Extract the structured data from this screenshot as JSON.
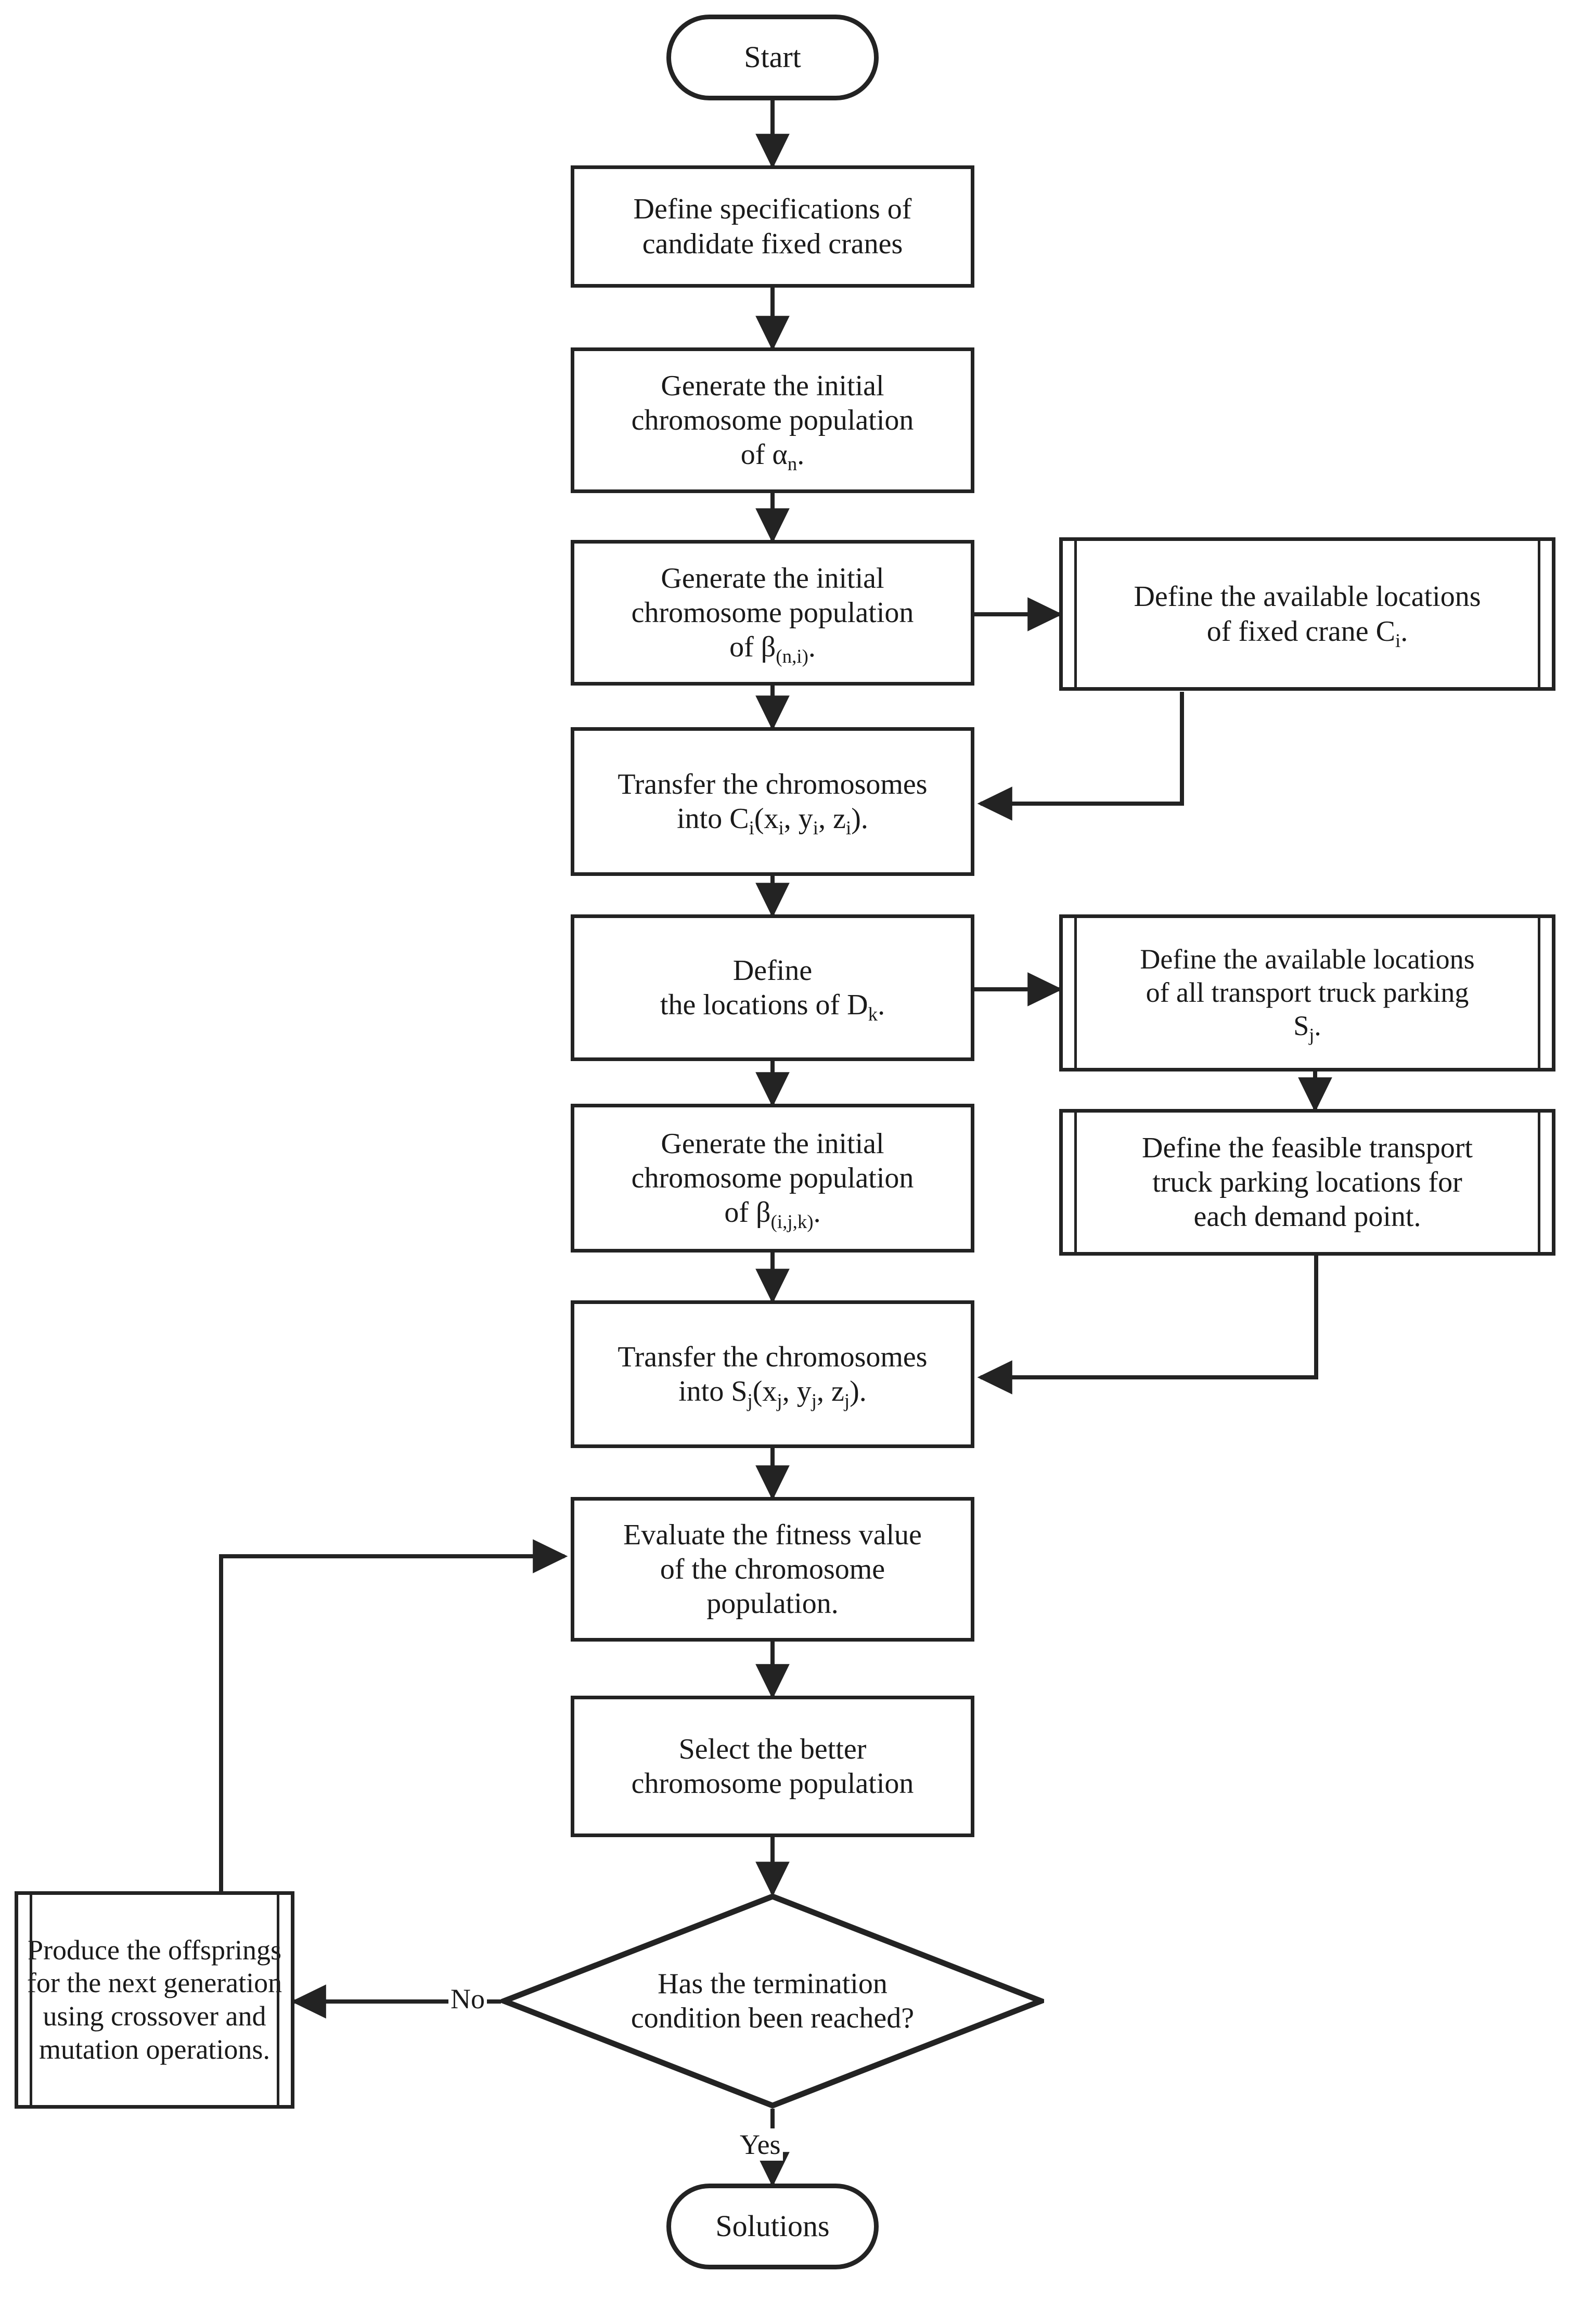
{
  "diagram": {
    "title": "Genetic algorithm flowchart for fixed crane and transport truck parking layout planning",
    "colors": {
      "stroke": "#232323",
      "text": "#1a1a1a",
      "background": "#ffffff"
    },
    "nodes": {
      "start": {
        "label": "Start",
        "shape": "terminator"
      },
      "define_cranes": {
        "line1": "Define specifications of",
        "line2": "candidate fixed cranes",
        "shape": "process"
      },
      "gen_alpha": {
        "line1": "Generate the initial",
        "line2": "chromosome population",
        "line3_pre": "of ",
        "line3_sym": "α",
        "line3_sub": "n",
        "line3_post": ".",
        "shape": "process"
      },
      "gen_beta_ni": {
        "line1": "Generate the initial",
        "line2": "chromosome population",
        "line3_pre": "of ",
        "line3_sym": "β",
        "line3_sub": "(n,i)",
        "line3_post": ".",
        "shape": "process"
      },
      "avail_crane": {
        "line1": "Define the available locations",
        "line2_pre": "of fixed crane C",
        "line2_sub": "i",
        "line2_post": ".",
        "shape": "predefined-process"
      },
      "transfer_c": {
        "line1": "Transfer the chromosomes",
        "line2_pre": "into C",
        "line2_sub1": "i",
        "line2_mid1": "(x",
        "line2_sub2": "i",
        "line2_mid2": ", y",
        "line2_sub3": "i",
        "line2_mid3": ", z",
        "line2_sub4": "i",
        "line2_post": ").",
        "shape": "process"
      },
      "define_dk": {
        "line1": "Define",
        "line2_pre": "the locations of D",
        "line2_sub": "k",
        "line2_post": ".",
        "shape": "process"
      },
      "avail_parking": {
        "line1": "Define the available locations",
        "line2": "of all transport truck parking",
        "line3_sym": "S",
        "line3_sub": "j",
        "line3_post": ".",
        "shape": "predefined-process"
      },
      "gen_beta_ijk": {
        "line1": "Generate the initial",
        "line2": "chromosome population",
        "line3_pre": "of ",
        "line3_sym": "β",
        "line3_sub": "(i,j,k)",
        "line3_post": ".",
        "shape": "process"
      },
      "feasible_parking": {
        "line1": "Define the feasible transport",
        "line2": "truck parking locations for",
        "line3": "each demand point.",
        "shape": "predefined-process"
      },
      "transfer_s": {
        "line1": "Transfer the chromosomes",
        "line2_pre": "into S",
        "line2_sub1": "j",
        "line2_mid1": "(x",
        "line2_sub2": "j",
        "line2_mid2": ", y",
        "line2_sub3": "j",
        "line2_mid3": ", z",
        "line2_sub4": "j",
        "line2_post": ").",
        "shape": "process"
      },
      "evaluate": {
        "line1": "Evaluate the fitness value",
        "line2": "of the chromosome",
        "line3": "population.",
        "shape": "process"
      },
      "select": {
        "line1": "Select the better",
        "line2": "chromosome population",
        "shape": "process"
      },
      "decision": {
        "line1": "Has the termination",
        "line2": "condition been reached?",
        "shape": "decision"
      },
      "offspring": {
        "line1": "Produce the offsprings",
        "line2": "for the next generation",
        "line3": "using crossover and",
        "line4": "mutation operations.",
        "shape": "predefined-process"
      },
      "solutions": {
        "label": "Solutions",
        "shape": "terminator"
      }
    },
    "edge_labels": {
      "no": "No",
      "yes": "Yes"
    }
  }
}
